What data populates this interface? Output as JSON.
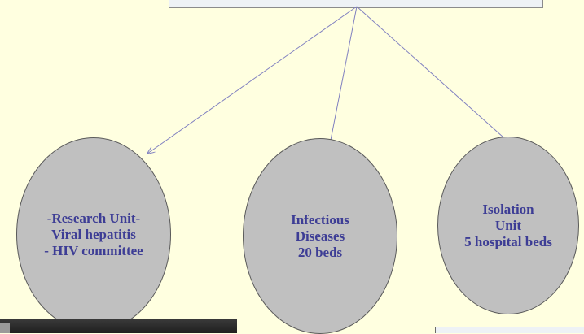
{
  "nodes": {
    "research": {
      "label": "-Research Unit-\nViral hepatitis\n - HIV committee"
    },
    "infectious": {
      "label": "Infectious\n Diseases\n20 beds"
    },
    "isolation": {
      "label": "Isolation\nUnit\n5 hospital beds"
    }
  },
  "colors": {
    "background": "#ffffe0",
    "node_fill": "#c0c0c0",
    "node_text": "#3d3d95",
    "connector": "#8080c0"
  }
}
